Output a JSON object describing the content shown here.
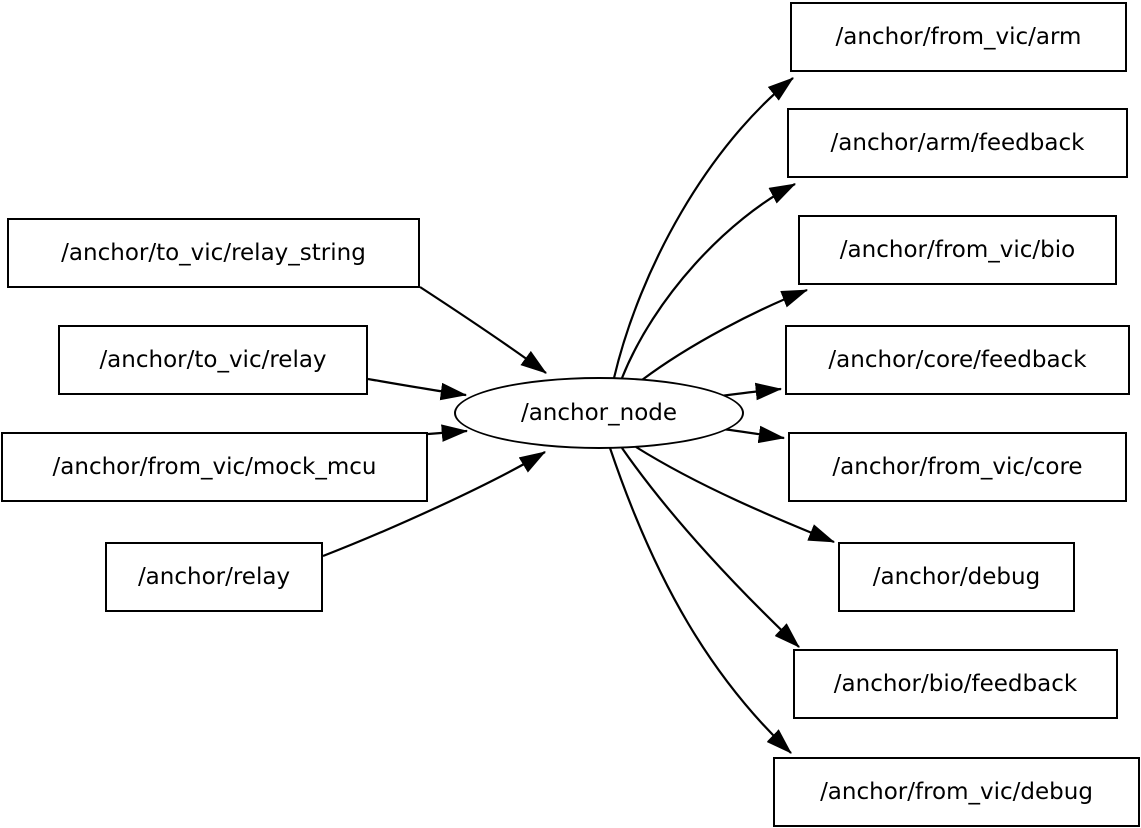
{
  "graph": {
    "background_color": "#ffffff",
    "stroke_color": "#000000",
    "text_color": "#000000",
    "node": {
      "label": "/anchor_node",
      "shape": "ellipse"
    },
    "subscriptions": [
      {
        "label": "/anchor/to_vic/relay_string"
      },
      {
        "label": "/anchor/to_vic/relay"
      },
      {
        "label": "/anchor/from_vic/mock_mcu"
      },
      {
        "label": "/anchor/relay"
      }
    ],
    "publications": [
      {
        "label": "/anchor/from_vic/arm"
      },
      {
        "label": "/anchor/arm/feedback"
      },
      {
        "label": "/anchor/from_vic/bio"
      },
      {
        "label": "/anchor/core/feedback"
      },
      {
        "label": "/anchor/from_vic/core"
      },
      {
        "label": "/anchor/debug"
      },
      {
        "label": "/anchor/bio/feedback"
      },
      {
        "label": "/anchor/from_vic/debug"
      }
    ],
    "edges": [
      {
        "from": "/anchor/to_vic/relay_string",
        "to": "/anchor_node"
      },
      {
        "from": "/anchor/to_vic/relay",
        "to": "/anchor_node"
      },
      {
        "from": "/anchor/from_vic/mock_mcu",
        "to": "/anchor_node"
      },
      {
        "from": "/anchor/relay",
        "to": "/anchor_node"
      },
      {
        "from": "/anchor_node",
        "to": "/anchor/from_vic/arm"
      },
      {
        "from": "/anchor_node",
        "to": "/anchor/arm/feedback"
      },
      {
        "from": "/anchor_node",
        "to": "/anchor/from_vic/bio"
      },
      {
        "from": "/anchor_node",
        "to": "/anchor/core/feedback"
      },
      {
        "from": "/anchor_node",
        "to": "/anchor/from_vic/core"
      },
      {
        "from": "/anchor_node",
        "to": "/anchor/debug"
      },
      {
        "from": "/anchor_node",
        "to": "/anchor/bio/feedback"
      },
      {
        "from": "/anchor_node",
        "to": "/anchor/from_vic/debug"
      }
    ]
  }
}
